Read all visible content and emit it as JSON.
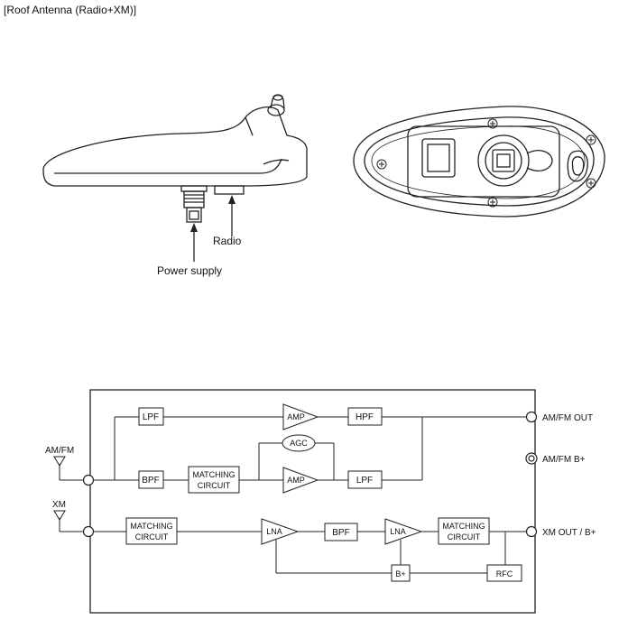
{
  "title": "[Roof Antenna (Radio+XM)]",
  "illustration": {
    "callouts": {
      "radio": "Radio",
      "power_supply": "Power supply"
    }
  },
  "diagram": {
    "blocks": {
      "lpf_top": "LPF",
      "amp_top": "AMP",
      "hpf": "HPF",
      "agc": "AGC",
      "bpf_am": "BPF",
      "matching_am_1": "MATCHING",
      "matching_am_2": "CIRCUIT",
      "amp_bottom": "AMP",
      "lpf_bottom": "LPF",
      "matching_xm_1": "MATCHING",
      "matching_xm_2": "CIRCUIT",
      "lna_1": "LNA",
      "bpf_xm": "BPF",
      "lna_2": "LNA",
      "matching_xm_out_1": "MATCHING",
      "matching_xm_out_2": "CIRCUIT",
      "bplus": "B+",
      "rfc": "RFC"
    },
    "terminals": {
      "amfm_in": "AM/FM",
      "xm_in": "XM",
      "amfm_out": "AM/FM OUT",
      "amfm_bplus": "AM/FM B+",
      "xm_out": "XM OUT / B+"
    }
  }
}
